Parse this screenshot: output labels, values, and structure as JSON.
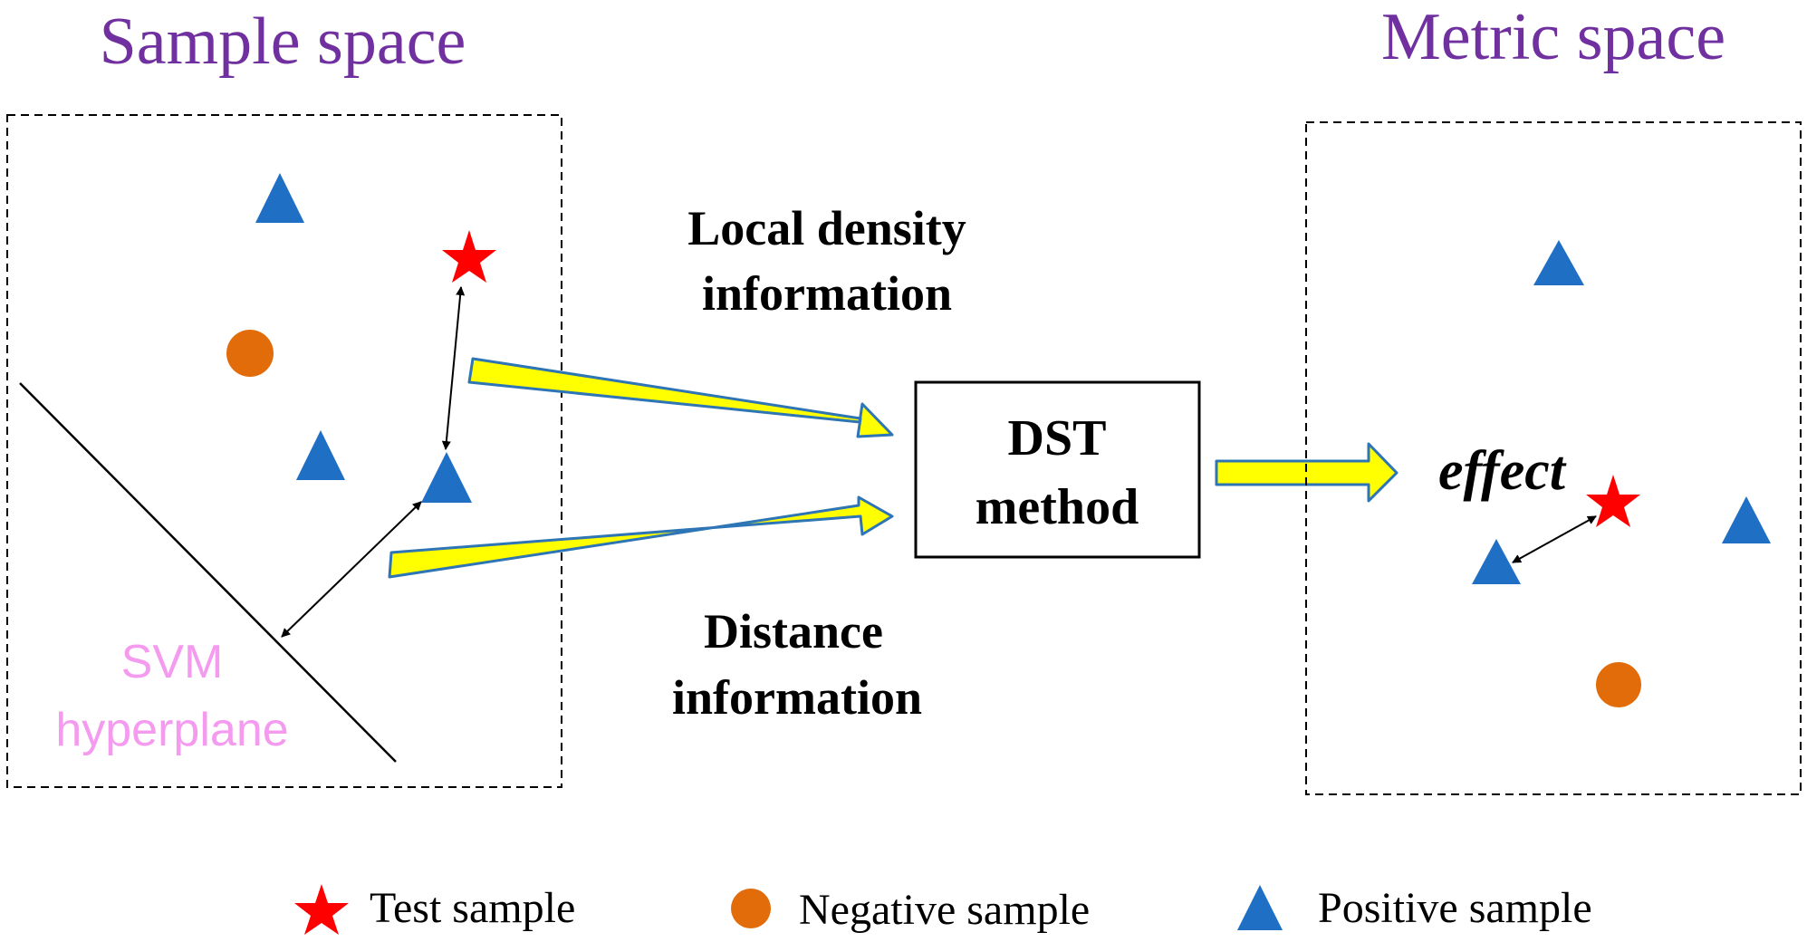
{
  "titles": {
    "sample_space": "Sample space",
    "metric_space": "Metric space"
  },
  "labels": {
    "local_density_line1": "Local density",
    "local_density_line2": "information",
    "distance_line1": "Distance",
    "distance_line2": "information",
    "dst_line1": "DST",
    "dst_line2": "method",
    "effect": "effect",
    "svm_line1": "SVM",
    "svm_line2": "hyperplane"
  },
  "legend": {
    "test": "Test sample",
    "negative": "Negative sample",
    "positive": "Positive sample"
  },
  "colors": {
    "title": "#7030a0",
    "test_sample": "#ff0000",
    "negative_sample": "#e36c0a",
    "positive_sample": "#1f6fc5",
    "arrow_fill": "#ffff00",
    "arrow_stroke": "#2e75b6",
    "svm_label": "#f49bf0"
  }
}
